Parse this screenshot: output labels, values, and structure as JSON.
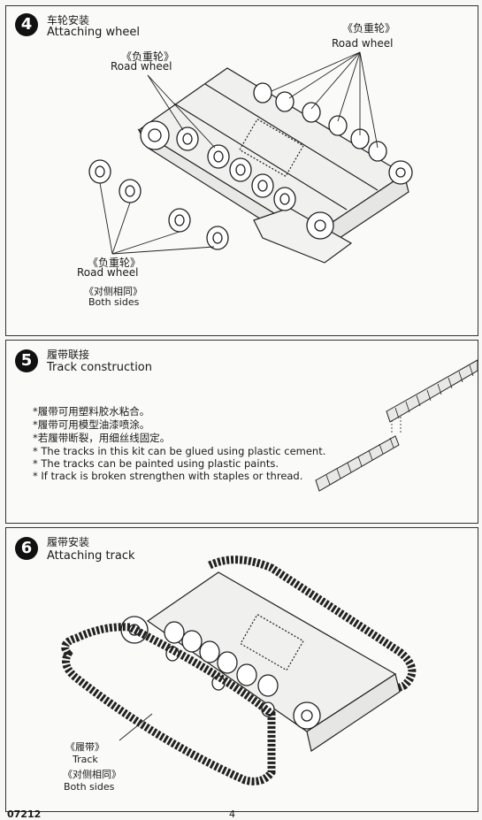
{
  "steps": [
    {
      "number": "4",
      "title_cn": "车轮安装",
      "title_en": "Attaching wheel",
      "callouts": [
        {
          "cn": "《负重轮》",
          "en": "Road   wheel"
        },
        {
          "cn": "《负重轮》",
          "en": "Road   wheel"
        },
        {
          "cn": "《负重轮》",
          "en": "Road   wheel"
        }
      ],
      "both_sides_cn": "《对侧相同》",
      "both_sides_en": "Both sides"
    },
    {
      "number": "5",
      "title_cn": "履带联接",
      "title_en": "Track construction",
      "notes": [
        "*履带可用塑料胶水粘合。",
        "*履带可用模型油漆喷涂。",
        "*若履带断裂，用细丝线固定。",
        "* The tracks in this kit can be glued using plastic cement.",
        "* The tracks can be painted using plastic paints.",
        "*  If track is broken strengthen with staples or thread."
      ]
    },
    {
      "number": "6",
      "title_cn": "履带安装",
      "title_en": "Attaching track",
      "track_cn": "《履带》",
      "track_en": "Track",
      "both_sides_cn": "《对侧相同》",
      "both_sides_en": "Both sides"
    }
  ],
  "footer": {
    "code": "07212",
    "page": "4"
  }
}
